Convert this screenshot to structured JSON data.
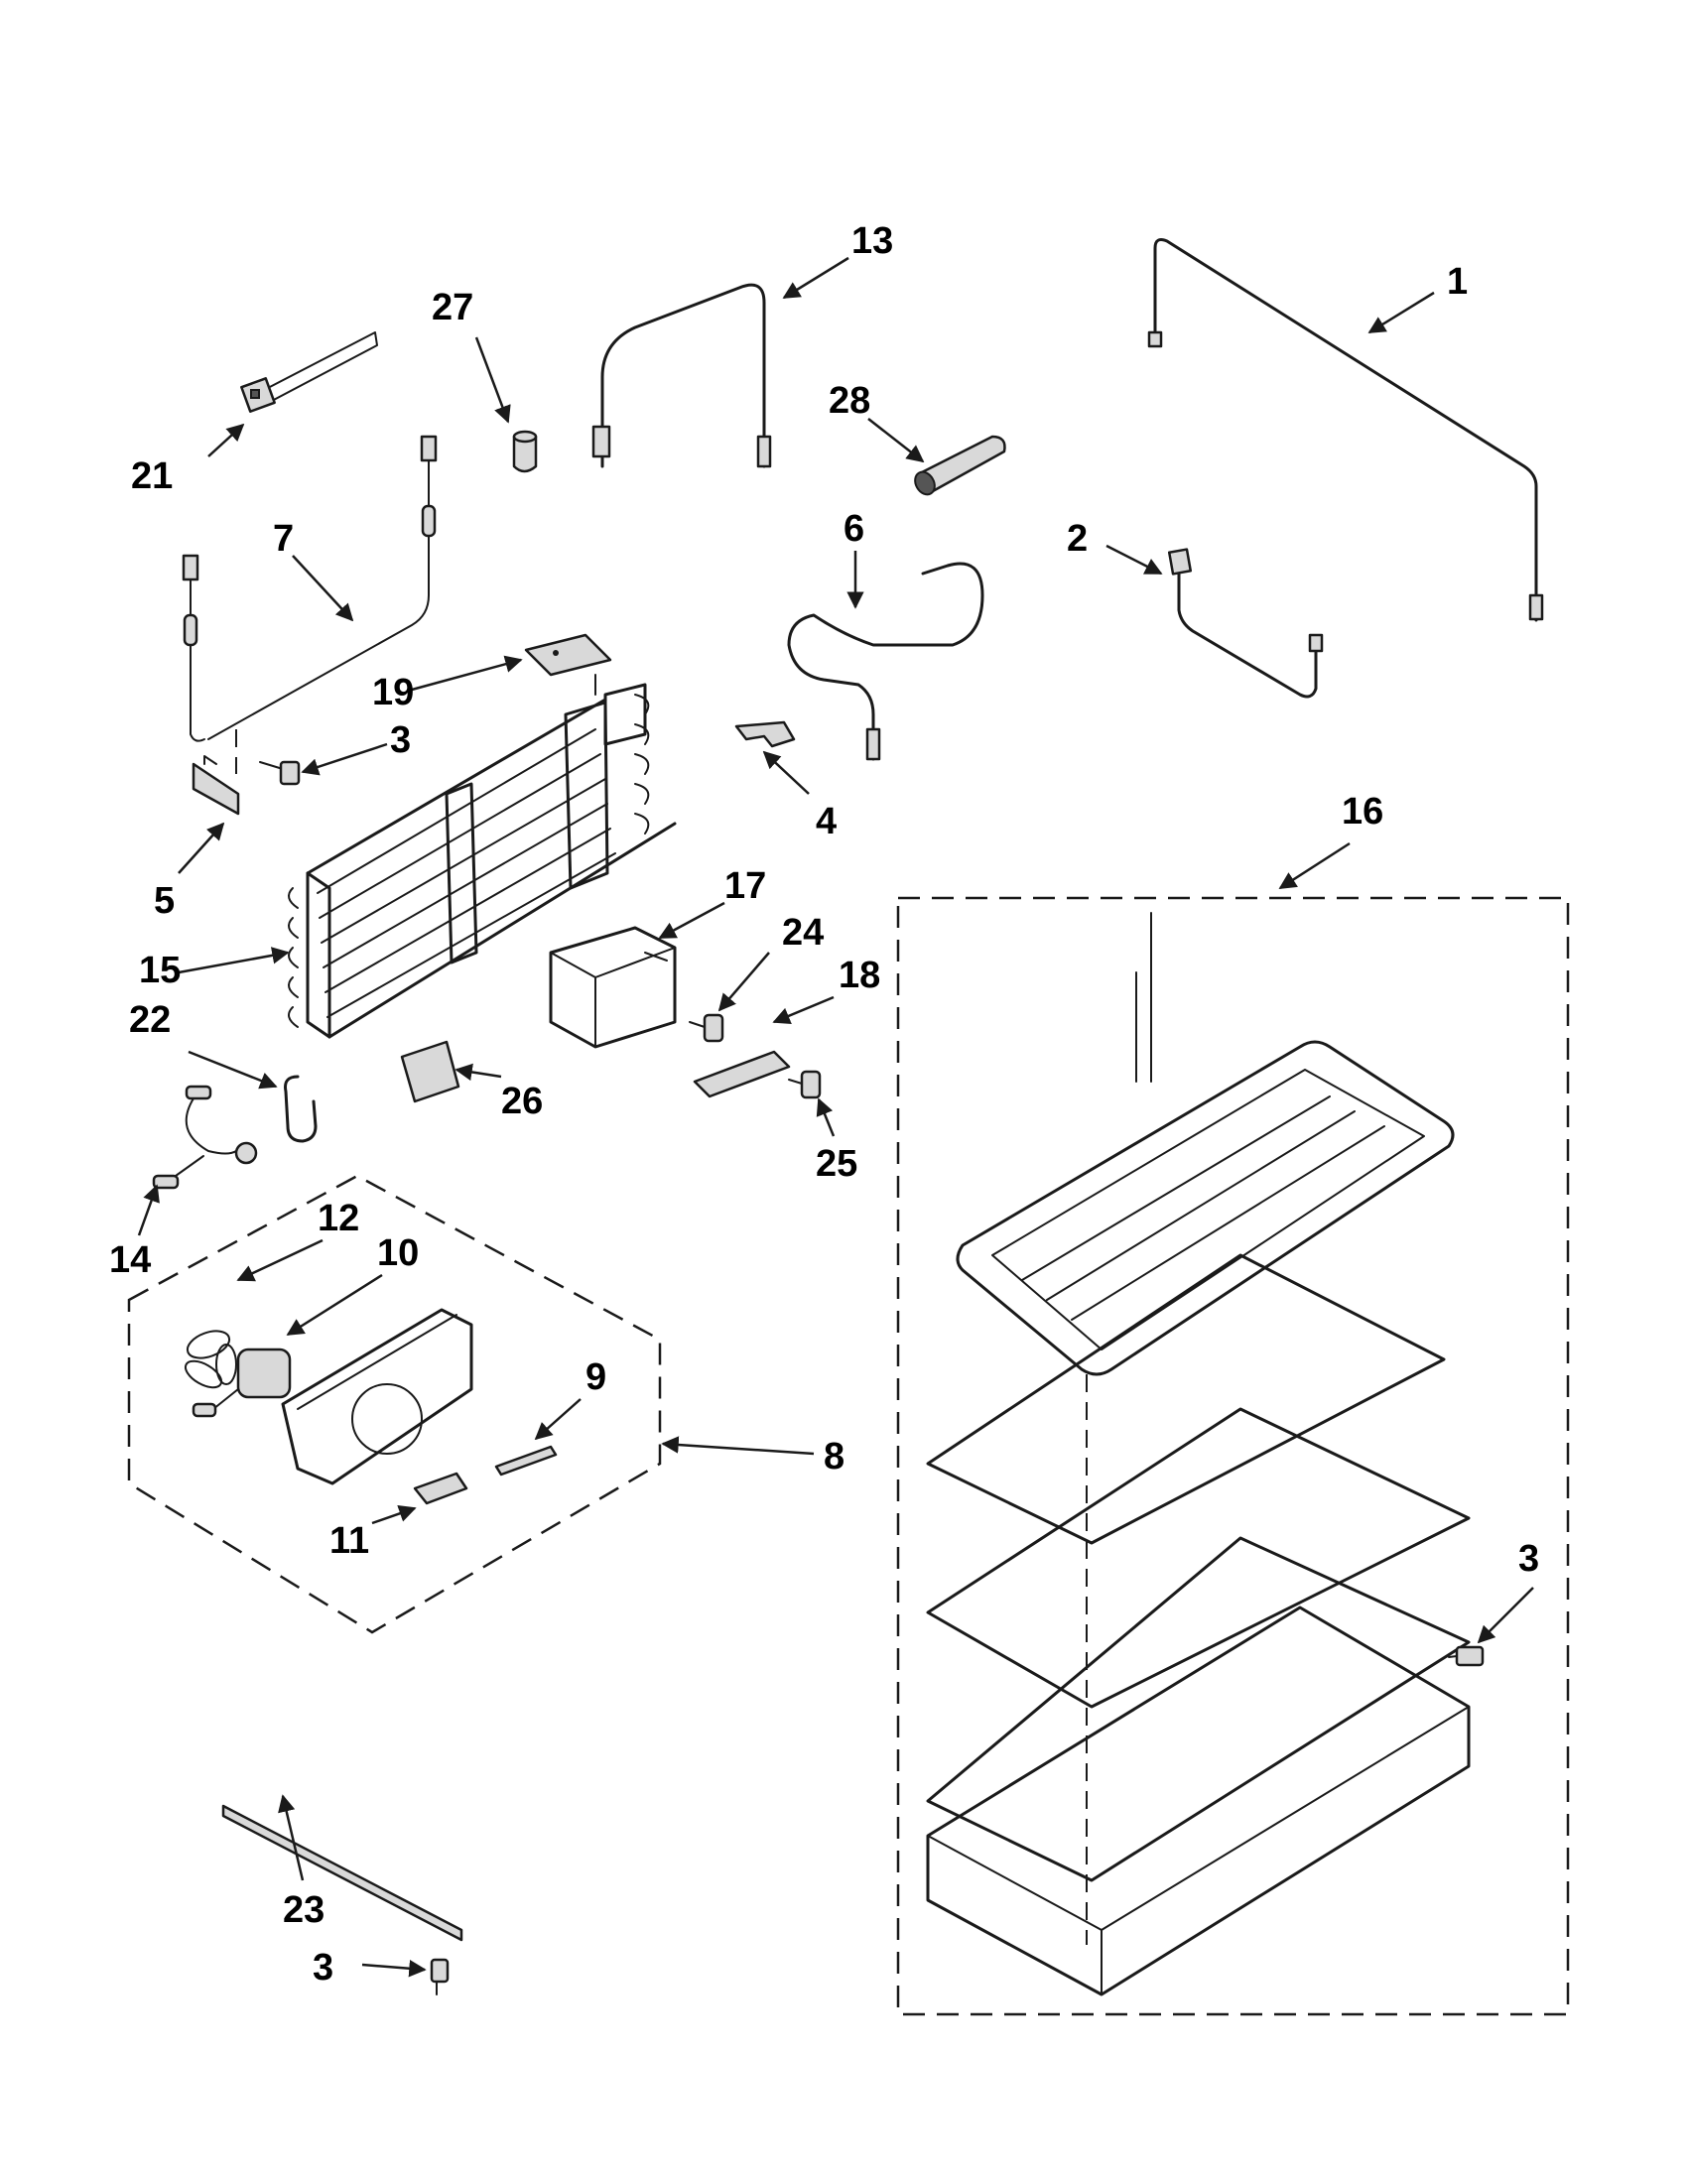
{
  "callouts": [
    {
      "id": "c1",
      "label": "1"
    },
    {
      "id": "c2",
      "label": "2"
    },
    {
      "id": "c3a",
      "label": "3"
    },
    {
      "id": "c3b",
      "label": "3"
    },
    {
      "id": "c3c",
      "label": "3"
    },
    {
      "id": "c4",
      "label": "4"
    },
    {
      "id": "c5",
      "label": "5"
    },
    {
      "id": "c6",
      "label": "6"
    },
    {
      "id": "c7",
      "label": "7"
    },
    {
      "id": "c8",
      "label": "8"
    },
    {
      "id": "c9",
      "label": "9"
    },
    {
      "id": "c10",
      "label": "10"
    },
    {
      "id": "c11",
      "label": "11"
    },
    {
      "id": "c12",
      "label": "12"
    },
    {
      "id": "c13",
      "label": "13"
    },
    {
      "id": "c14",
      "label": "14"
    },
    {
      "id": "c15",
      "label": "15"
    },
    {
      "id": "c16",
      "label": "16"
    },
    {
      "id": "c17",
      "label": "17"
    },
    {
      "id": "c18",
      "label": "18"
    },
    {
      "id": "c19",
      "label": "19"
    },
    {
      "id": "c21",
      "label": "21"
    },
    {
      "id": "c22",
      "label": "22"
    },
    {
      "id": "c23",
      "label": "23"
    },
    {
      "id": "c24",
      "label": "24"
    },
    {
      "id": "c25",
      "label": "25"
    },
    {
      "id": "c26",
      "label": "26"
    },
    {
      "id": "c27",
      "label": "27"
    },
    {
      "id": "c28",
      "label": "28"
    }
  ]
}
